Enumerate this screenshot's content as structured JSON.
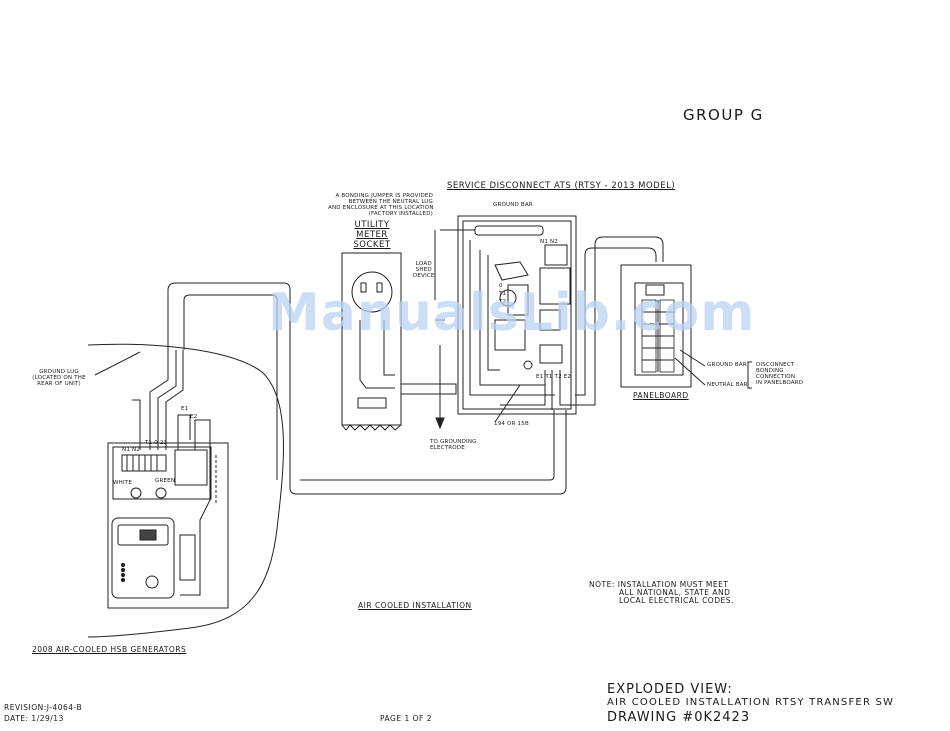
{
  "header": {
    "group": "GROUP G"
  },
  "ats": {
    "title": "SERVICE DISCONNECT ATS (RTSY - 2013 MODEL)",
    "bonding_note": [
      "A BONDING JUMPER IS PROVIDED",
      "BETWEEN THE NEUTRAL LUG",
      "AND ENCLOSURE AT THIS LOCATION",
      "(FACTORY INSTALLED)"
    ],
    "ground_bar": "GROUND BAR",
    "load_shed": [
      "LOAD",
      "SHED",
      "DEVICE"
    ],
    "n1n2": "N1 N2",
    "terminals_bottom": "E1 T1 T2 E2",
    "wire_194": "194 OR 15B",
    "t_labels": [
      "0",
      "T1",
      "T2"
    ]
  },
  "meter": {
    "label": [
      "UTILITY",
      "METER",
      "SOCKET"
    ]
  },
  "grounding": [
    "TO GROUNDING",
    "ELECTRODE"
  ],
  "panelboard": {
    "label": "PANELBOARD",
    "ground_bar": "GROUND BAR",
    "neutral_bar": "NEUTRAL BAR",
    "disconnect_note": [
      "DISCONNECT",
      "BONDING",
      "CONNECTION",
      "IN PANELBOARD"
    ]
  },
  "generator": {
    "title": "2008 AIR-COOLED HSB GENERATORS",
    "ground_lug": [
      "GROUND LUG",
      "(LOCATED ON THE",
      "REAR OF UNIT)"
    ],
    "n1n2": "N1 N2",
    "e1": "E1",
    "e2": "E2",
    "white": "WHITE",
    "green": "GREEN",
    "t_cluster": "T1 0 23"
  },
  "center_caption": "AIR COOLED INSTALLATION",
  "note": [
    "NOTE: INSTALLATION MUST MEET",
    "ALL NATIONAL, STATE AND",
    "LOCAL ELECTRICAL CODES."
  ],
  "footer": {
    "revision": "REVISION:J-4064-B",
    "date": "DATE: 1/29/13",
    "page": "PAGE 1 OF 2",
    "exploded": "EXPLODED VIEW:",
    "subtitle": "AIR COOLED INSTALLATION RTSY TRANSFER SW",
    "drawing": "DRAWING #0K2423"
  },
  "watermark": "ManualsLib.com"
}
